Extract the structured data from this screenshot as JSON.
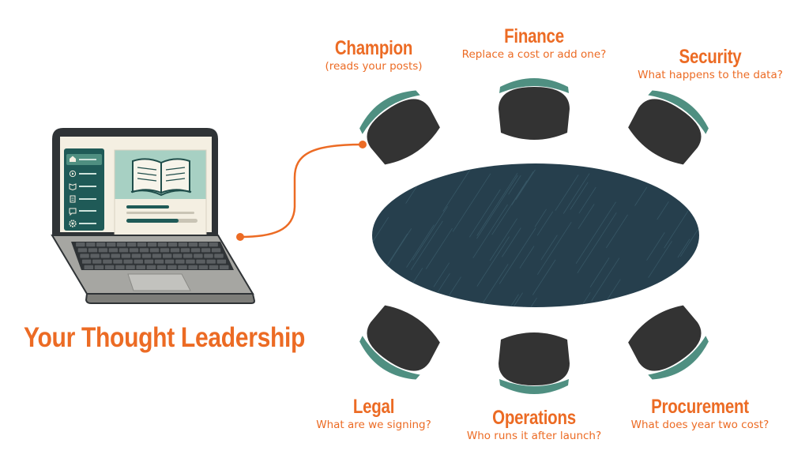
{
  "headline": "Your Thought Leadership",
  "colors": {
    "accent": "#ec6b24",
    "table": "#263f4d",
    "chair_seat": "#333333",
    "chair_back": "#4f8f81",
    "laptop_body": "#9e9e9a",
    "screen_sidebar": "#1f5a57",
    "screen_card": "#a7d0c3"
  },
  "roles": [
    {
      "id": "champion",
      "name": "Champion",
      "question": "(reads your posts)"
    },
    {
      "id": "finance",
      "name": "Finance",
      "question": "Replace a cost or add one?"
    },
    {
      "id": "security",
      "name": "Security",
      "question": "What happens to the data?"
    },
    {
      "id": "legal",
      "name": "Legal",
      "question": "What are we signing?"
    },
    {
      "id": "operations",
      "name": "Operations",
      "question": "Who runs it after launch?"
    },
    {
      "id": "procurement",
      "name": "Procurement",
      "question": "What does year two cost?"
    }
  ],
  "icons": [
    "laptop-icon",
    "open-book-icon",
    "home-icon",
    "play-icon",
    "book-icon",
    "clipboard-icon",
    "chat-icon",
    "gear-icon",
    "chair-icon",
    "table-icon"
  ]
}
